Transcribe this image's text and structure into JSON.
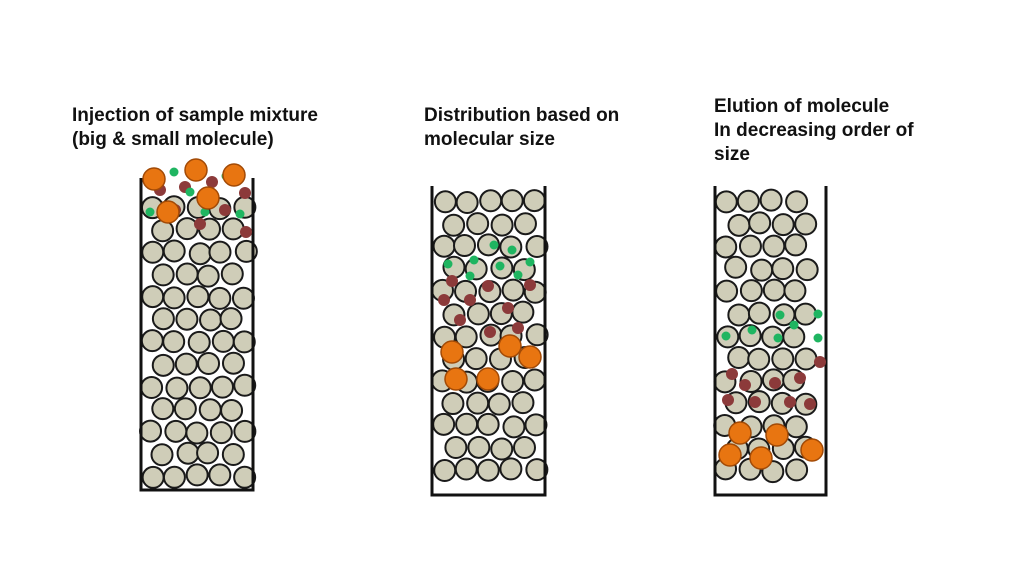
{
  "stages": [
    {
      "id": "injection",
      "caption_lines": [
        "Injection of sample mixture",
        "(big & small molecule)"
      ]
    },
    {
      "id": "distribution",
      "caption_lines": [
        "Distribution based on",
        "molecular size"
      ]
    },
    {
      "id": "elution",
      "caption_lines": [
        "Elution of molecule",
        "In decreasing order of",
        "size"
      ]
    }
  ],
  "colors": {
    "bead_fill": "#cfcdb8",
    "bead_stroke": "#1a1a1a",
    "large_molecule": "#e87511",
    "large_molecule_stroke": "#a24a06",
    "medium_molecule": "#8c3a3a",
    "small_molecule": "#1fb561",
    "column_wall": "#111111"
  }
}
